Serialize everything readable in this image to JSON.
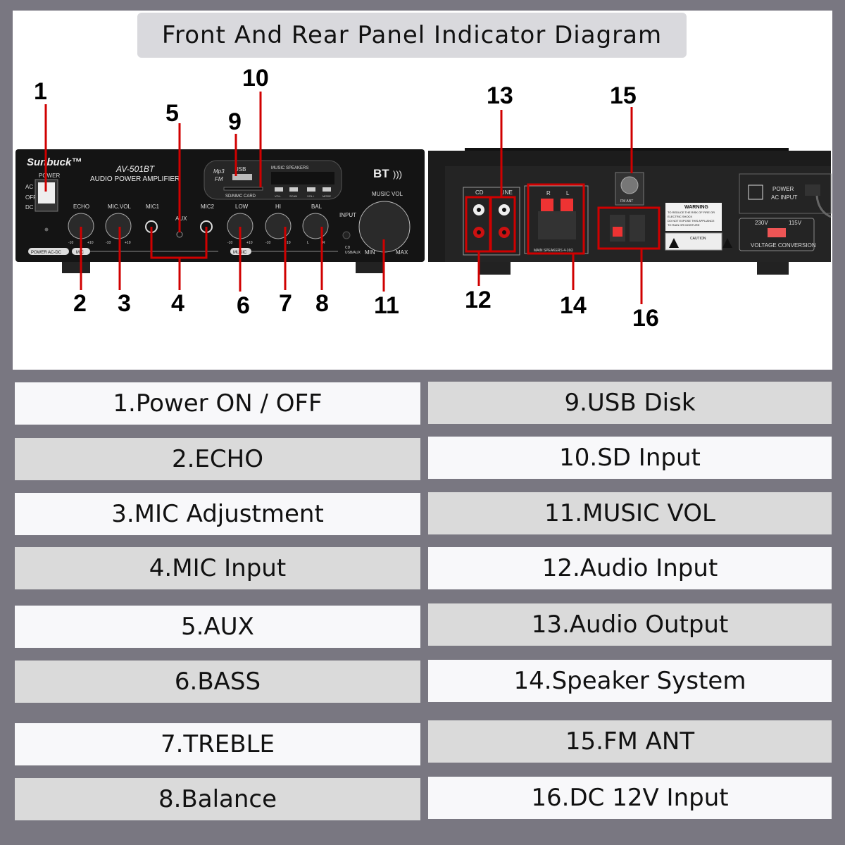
{
  "title": "Front And Rear Panel Indicator Diagram",
  "front_panel": {
    "brand": "Sunbuck™",
    "model": "AV-501BT",
    "subtitle": "AUDIO POWER AMPLIFIER",
    "power": "POWER",
    "ac": "AC",
    "off": "OFF",
    "dc": "DC",
    "echo": "ECHO",
    "mic_vol": "MIC.VOL",
    "mic1": "MIC1",
    "aux": "AUX",
    "mic2": "MIC2",
    "low": "LOW",
    "hi": "HI",
    "bal": "BAL",
    "input": "INPUT",
    "music_vol": "MUSIC VOL",
    "mp3": "Mp3",
    "fm": "FM",
    "usb": "USB",
    "music_speakers": "MUSIC SPEAKERS",
    "sd_card": "SD/MMC CARD",
    "vol_minus": "VOL-",
    "scan": "SCAN",
    "vol_plus": "VOL+",
    "mode": "MODE",
    "bt": "BT",
    "min": "MIN",
    "max": "MAX",
    "cd": "CD",
    "usb_aux": "USB/AUX",
    "power_ac_dc": "POWER AC-DC",
    "mic": "MIC",
    "music": "MUSIC",
    "minus10": "-10",
    "plus10": "+10",
    "l": "L",
    "r": "R"
  },
  "rear_panel": {
    "cd": "CD",
    "line": "LINE",
    "r": "R",
    "l": "L",
    "main_speakers": "MAIN SPEAKERS 4-16Ω",
    "fm_ant": "FM ANT",
    "warning": "WARNING",
    "warning_text": [
      "TO REDUCE THE RISK OF FIRE OR",
      "ELECTRIC SHOCK",
      "DO NOT EXPOSE THIS APPLIANCE",
      "TO RAIN OR MOISTURE"
    ],
    "caution": "CAUTION",
    "power": "POWER",
    "ac_input": "AC INPUT",
    "v230": "230V",
    "v115": "115V",
    "voltage_conversion": "VOLTAGE CONVERSION"
  },
  "callouts": [
    "1",
    "2",
    "3",
    "4",
    "5",
    "6",
    "7",
    "8",
    "9",
    "10",
    "11",
    "12",
    "13",
    "14",
    "15",
    "16"
  ],
  "accent_color": "#d00000",
  "legend": {
    "left": [
      "1.Power ON / OFF",
      "2.ECHO",
      "3.MIC Adjustment",
      "4.MIC Input",
      "5.AUX",
      "6.BASS",
      "7.TREBLE",
      "8.Balance"
    ],
    "right": [
      "9.USB Disk",
      "10.SD Input",
      "11.MUSIC VOL",
      "12.Audio Input",
      "13.Audio Output",
      "14.Speaker System",
      "15.FM ANT",
      "16.DC 12V Input"
    ]
  }
}
